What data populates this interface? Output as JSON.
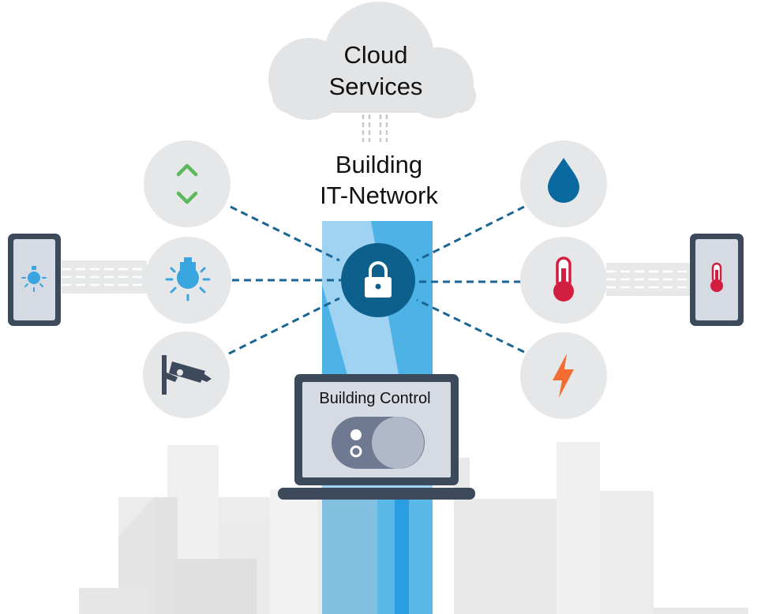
{
  "cloud": {
    "label_line1": "Cloud",
    "label_line2": "Services"
  },
  "network": {
    "label_line1": "Building",
    "label_line2": "IT-Network"
  },
  "control": {
    "label": "Building Control"
  },
  "colors": {
    "circle_bg": "#e6e7e8",
    "cloud_bg": "#e3e4e5",
    "tower_light": "#9fd3f1",
    "tower_mid": "#4db3e6",
    "hub": "#0d5f8c",
    "device_frame": "#3d4a5c",
    "screen_bg": "#d5dae3",
    "toggle_bg": "#6f7a92",
    "toggle_knob": "#b1b8c8",
    "dash_line": "#1a6594",
    "light_icon": "#3aa6e0",
    "chevron_icon": "#5cb85c",
    "drop_icon": "#0a6aa0",
    "thermometer_icon": "#d31f3f",
    "bolt_icon": "#f26c34",
    "camera_icon": "#3d4a5c"
  },
  "icons": {
    "cloud": "cloud-icon",
    "chevrons": "up-down-chevron-icon",
    "light": "light-bulb-icon",
    "camera": "security-camera-icon",
    "drop": "water-drop-icon",
    "thermometer": "thermometer-icon",
    "bolt": "lightning-bolt-icon",
    "lock": "padlock-icon",
    "toggle": "toggle-switch-icon"
  }
}
